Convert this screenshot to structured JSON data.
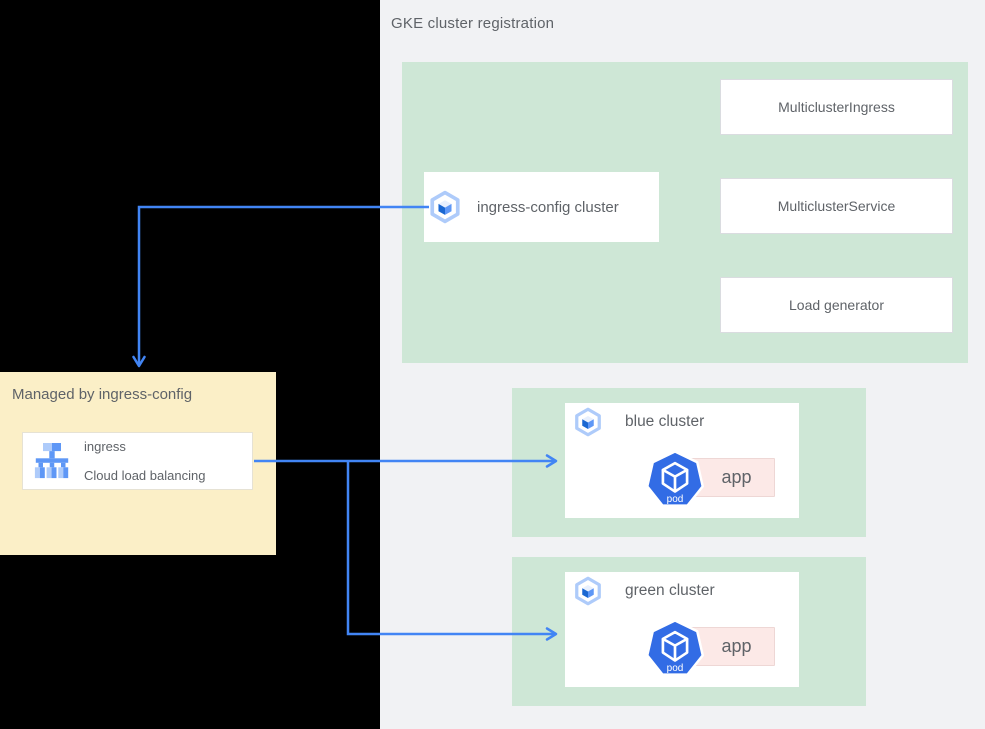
{
  "header": {
    "title": "GKE cluster registration"
  },
  "registration": {
    "cluster": {
      "label": "ingress-config cluster",
      "icon": "gke-cluster-icon"
    },
    "resources": [
      {
        "label": "MulticlusterIngress"
      },
      {
        "label": "MulticlusterService"
      },
      {
        "label": "Load generator"
      }
    ]
  },
  "managed": {
    "title": "Managed by ingress-config",
    "item": {
      "title": "ingress",
      "subtitle": "Cloud load balancing",
      "icon": "cloud-load-balancing-icon"
    }
  },
  "clusters": [
    {
      "name": "blue cluster",
      "pod_label": "pod",
      "app_label": "app"
    },
    {
      "name": "green cluster",
      "pod_label": "pod",
      "app_label": "app"
    }
  ],
  "connections": [
    {
      "from": "ingress-config cluster",
      "to": "Managed by ingress-config"
    },
    {
      "from": "ingress / Cloud load balancing",
      "to": "blue cluster"
    },
    {
      "from": "ingress / Cloud load balancing",
      "to": "green cluster"
    }
  ],
  "colors": {
    "arrow_blue": "#4285f4",
    "cluster_green": "#cee7d6",
    "managed_yellow": "#fbefc7",
    "app_pink": "#fce9e7",
    "panel_black": "#000000",
    "background_gray": "#f1f2f4",
    "text_gray": "#5f6368",
    "kubernetes_blue": "#326ce5"
  }
}
